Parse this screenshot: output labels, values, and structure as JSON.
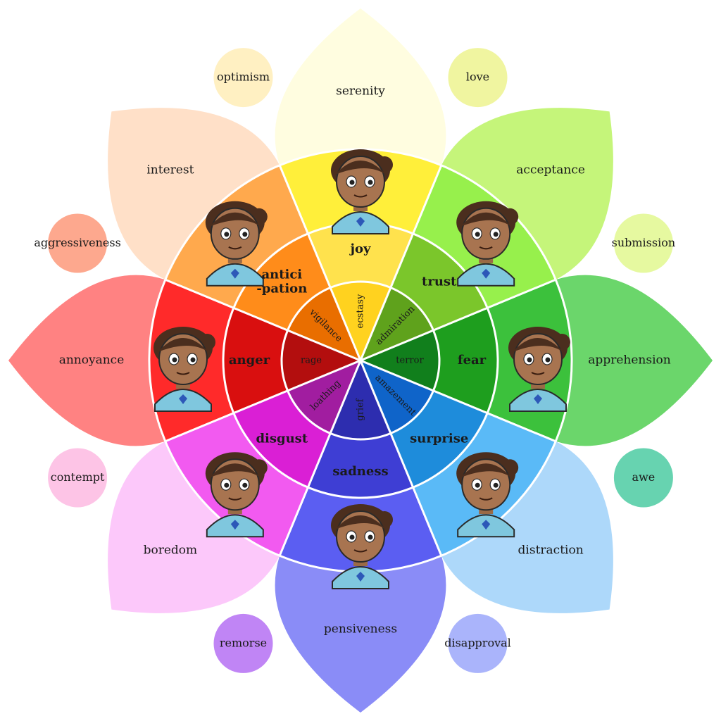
{
  "petals": [
    {
      "id": "joy",
      "outer": "serenity",
      "middle": "joy",
      "inner": "ecstasy",
      "c_outer": "#FFFDE0",
      "c_mid": "#FFEF3A",
      "c_ring": "#FFE24D",
      "c_inner": "#FFD21F"
    },
    {
      "id": "trust",
      "outer": "acceptance",
      "middle": "trust",
      "inner": "admiration",
      "c_outer": "#C5F57A",
      "c_mid": "#97F04C",
      "c_ring": "#7BC62B",
      "c_inner": "#5FA21C"
    },
    {
      "id": "fear",
      "outer": "apprehension",
      "middle": "fear",
      "inner": "terror",
      "c_outer": "#6BD66B",
      "c_mid": "#3CC13C",
      "c_ring": "#1E9E1E",
      "c_inner": "#117F1C"
    },
    {
      "id": "surprise",
      "outer": "distraction",
      "middle": "surprise",
      "inner": "amazement",
      "c_outer": "#ADD8FA",
      "c_mid": "#5ABAF7",
      "c_ring": "#1E8CDB",
      "c_inner": "#0F64C9"
    },
    {
      "id": "sadness",
      "outer": "pensiveness",
      "middle": "sadness",
      "inner": "grief",
      "c_outer": "#8A8CF7",
      "c_mid": "#5B5EF2",
      "c_ring": "#3E3ED4",
      "c_inner": "#2D2DAF"
    },
    {
      "id": "disgust",
      "outer": "boredom",
      "middle": "disgust",
      "inner": "loathing",
      "c_outer": "#FCC8FA",
      "c_mid": "#F25AF0",
      "c_ring": "#DA1FD5",
      "c_inner": "#A11DA0"
    },
    {
      "id": "anger",
      "outer": "annoyance",
      "middle": "anger",
      "inner": "rage",
      "c_outer": "#FF8282",
      "c_mid": "#FF2A2A",
      "c_ring": "#D90F0F",
      "c_inner": "#B30E0E"
    },
    {
      "id": "anticipation",
      "outer": "interest",
      "middle": "antici\n-pation",
      "inner": "vigilance",
      "c_outer": "#FFE0C8",
      "c_mid": "#FFA94D",
      "c_ring": "#FF8C1A",
      "c_inner": "#E96E00"
    }
  ],
  "combinations": [
    {
      "label": "love",
      "color": "#F0F5A0"
    },
    {
      "label": "submission",
      "color": "#E6F9A0"
    },
    {
      "label": "awe",
      "color": "#67D3B0"
    },
    {
      "label": "disapproval",
      "color": "#AAB4FB"
    },
    {
      "label": "remorse",
      "color": "#C085F5"
    },
    {
      "label": "contempt",
      "color": "#FDC4E6"
    },
    {
      "label": "aggressiveness",
      "color": "#FDA88E"
    },
    {
      "label": "optimism",
      "color": "#FFF0C2"
    }
  ]
}
